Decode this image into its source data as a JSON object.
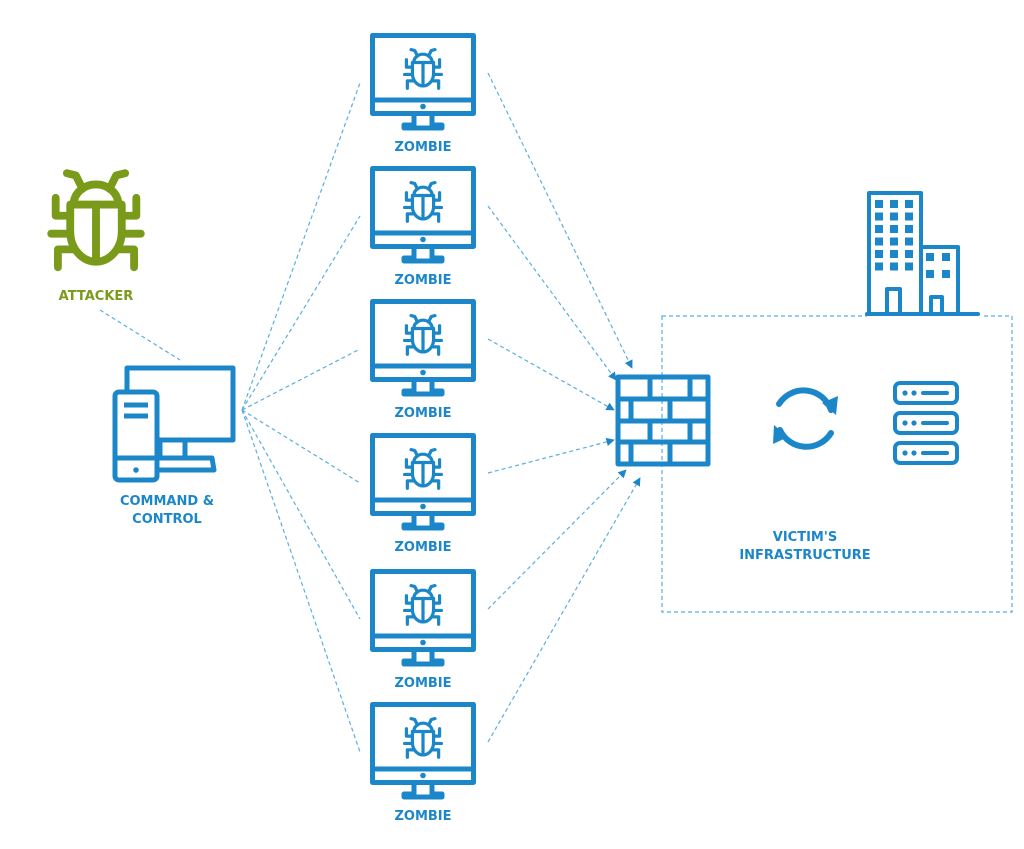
{
  "colors": {
    "primary": "#1b87c9",
    "attacker": "#7a9a1a",
    "connector": "#5aaee0"
  },
  "attacker": {
    "label": "ATTACKER",
    "icon": "bug-icon"
  },
  "command_control": {
    "label_line1": "COMMAND &",
    "label_line2": "CONTROL",
    "icon": "desktop-computer-icon"
  },
  "zombies": [
    {
      "label": "ZOMBIE"
    },
    {
      "label": "ZOMBIE"
    },
    {
      "label": "ZOMBIE"
    },
    {
      "label": "ZOMBIE"
    },
    {
      "label": "ZOMBIE"
    },
    {
      "label": "ZOMBIE"
    }
  ],
  "victim": {
    "label_line1": "VICTIM'S",
    "label_line2": "INFRASTRUCTURE",
    "icons": [
      "firewall-icon",
      "sync-icon",
      "server-icon",
      "building-icon"
    ]
  }
}
